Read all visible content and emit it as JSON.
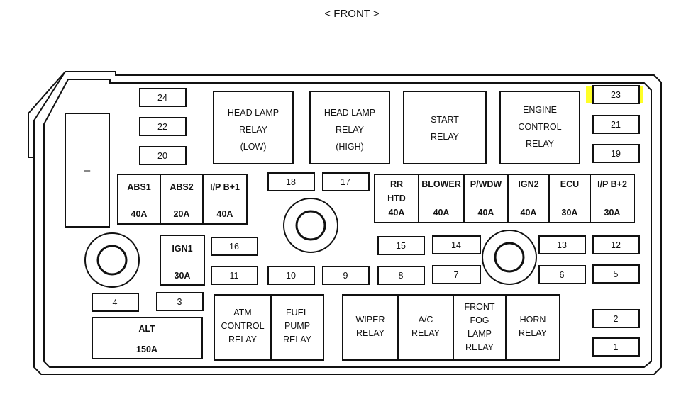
{
  "title": "< FRONT >",
  "side_dash": "–",
  "highlight_color": "#ffff00",
  "relays": {
    "head_lamp_low": [
      "HEAD LAMP",
      "RELAY",
      "(LOW)"
    ],
    "head_lamp_high": [
      "HEAD LAMP",
      "RELAY",
      "(HIGH)"
    ],
    "start": [
      "START",
      "RELAY"
    ],
    "engine_control": [
      "ENGINE",
      "CONTROL",
      "RELAY"
    ],
    "atm_control": [
      "ATM",
      "CONTROL",
      "RELAY"
    ],
    "fuel_pump": [
      "FUEL",
      "PUMP",
      "RELAY"
    ],
    "wiper": [
      "WIPER",
      "RELAY"
    ],
    "ac": [
      "A/C",
      "RELAY"
    ],
    "front_fog_lamp": [
      "FRONT",
      "FOG",
      "LAMP",
      "RELAY"
    ],
    "horn": [
      "HORN",
      "RELAY"
    ]
  },
  "big_fuses": {
    "abs1": [
      "ABS1",
      "40A"
    ],
    "abs2": [
      "ABS2",
      "20A"
    ],
    "ip_b1": [
      "I/P B+1",
      "40A"
    ],
    "rr_htd": [
      "RR",
      "HTD",
      "40A"
    ],
    "blower": [
      "BLOWER",
      "40A"
    ],
    "p_wdw": [
      "P/WDW",
      "40A"
    ],
    "ign2": [
      "IGN2",
      "40A"
    ],
    "ecu": [
      "ECU",
      "30A"
    ],
    "ip_b2": [
      "I/P B+2",
      "30A"
    ],
    "ign1": [
      "IGN1",
      "30A"
    ],
    "alt": [
      "ALT",
      "150A"
    ]
  },
  "fuses": {
    "f1": "1",
    "f2": "2",
    "f3": "3",
    "f4": "4",
    "f5": "5",
    "f6": "6",
    "f7": "7",
    "f8": "8",
    "f9": "9",
    "f10": "10",
    "f11": "11",
    "f12": "12",
    "f13": "13",
    "f14": "14",
    "f15": "15",
    "f16": "16",
    "f17": "17",
    "f18": "18",
    "f19": "19",
    "f20": "20",
    "f21": "21",
    "f22": "22",
    "f23": "23",
    "f24": "24"
  }
}
